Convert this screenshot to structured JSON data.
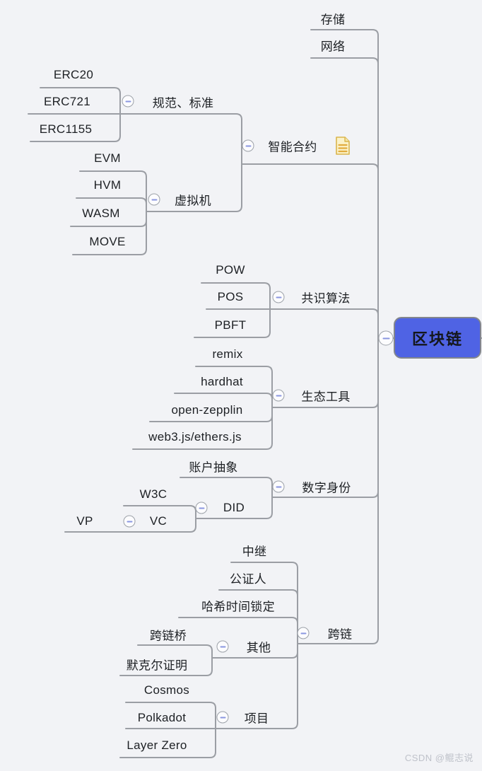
{
  "colors": {
    "background": "#F2F3F6",
    "connector_line": "#9B9EA4",
    "root_fill": "#4F63E4",
    "root_border": "#83868D",
    "collapse_dash": "#8A96E0",
    "note_fill": "#FBF2C8",
    "note_border": "#D9B54C",
    "note_lines": "#E2AC3F",
    "text": "#1D2024",
    "watermark": "#BFC2CA"
  },
  "watermark": "CSDN @鲲志说",
  "mindmap": {
    "root": {
      "label": "区块链",
      "children": [
        {
          "label": "存储"
        },
        {
          "label": "网络"
        },
        {
          "label": "智能合约",
          "icons": [
            "note-icon"
          ],
          "children": [
            {
              "label": "规范、标准",
              "children": [
                {
                  "label": "ERC20"
                },
                {
                  "label": "ERC721"
                },
                {
                  "label": "ERC1155"
                }
              ]
            },
            {
              "label": "虚拟机",
              "children": [
                {
                  "label": "EVM"
                },
                {
                  "label": "HVM"
                },
                {
                  "label": "WASM"
                },
                {
                  "label": "MOVE"
                }
              ]
            }
          ]
        },
        {
          "label": "共识算法",
          "children": [
            {
              "label": "POW"
            },
            {
              "label": "POS"
            },
            {
              "label": "PBFT"
            }
          ]
        },
        {
          "label": "生态工具",
          "children": [
            {
              "label": "remix"
            },
            {
              "label": "hardhat"
            },
            {
              "label": "open-zepplin"
            },
            {
              "label": "web3.js/ethers.js"
            }
          ]
        },
        {
          "label": "数字身份",
          "children": [
            {
              "label": "账户抽象"
            },
            {
              "label": "DID",
              "children": [
                {
                  "label": "W3C"
                },
                {
                  "label": "VC",
                  "children": [
                    {
                      "label": "VP"
                    }
                  ]
                }
              ]
            }
          ]
        },
        {
          "label": "跨链",
          "children": [
            {
              "label": "中继"
            },
            {
              "label": "公证人"
            },
            {
              "label": "哈希时间锁定"
            },
            {
              "label": "其他",
              "children": [
                {
                  "label": "跨链桥"
                },
                {
                  "label": "默克尔证明"
                }
              ]
            },
            {
              "label": "项目",
              "children": [
                {
                  "label": "Cosmos"
                },
                {
                  "label": "Polkadot"
                },
                {
                  "label": "Layer Zero"
                }
              ]
            }
          ]
        }
      ]
    }
  }
}
